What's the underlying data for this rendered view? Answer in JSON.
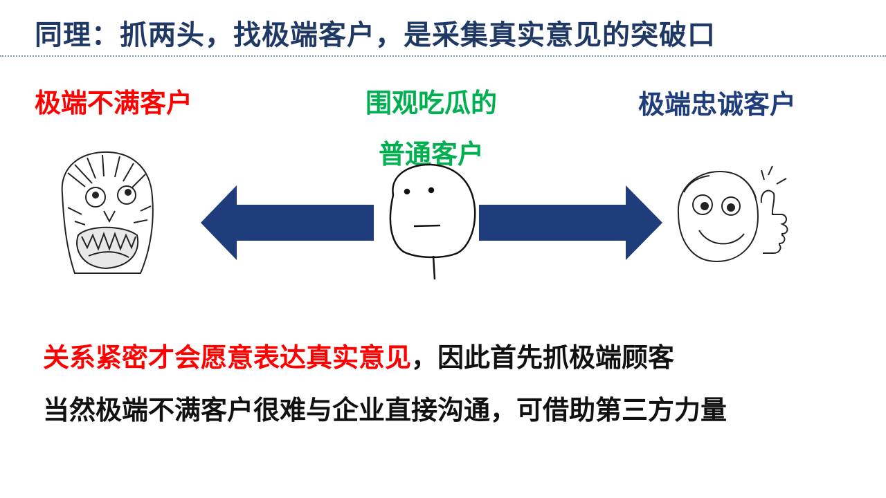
{
  "title": "同理：抓两头，找极端客户，是采集真实意见的突破口",
  "labels": {
    "left": "极端不满客户",
    "middle_line1": "围观吃瓜的",
    "middle_line2": "普通客户",
    "right": "极端忠诚客户"
  },
  "faces": {
    "left": "rage-face-icon",
    "middle": "poker-face-icon",
    "right": "thumbs-up-face-icon"
  },
  "bottom": {
    "line1_highlight": "关系紧密才会愿意表达真实意见",
    "line1_rest": "，因此首先抓极端顾客",
    "line2": "当然极端不满客户很难与企业直接沟通，可借助第三方力量"
  },
  "colors": {
    "title": "#1f3864",
    "left_label": "#ff0000",
    "middle_label": "#00b050",
    "right_label": "#1f3d7a",
    "arrow": "#1f3d7a"
  }
}
